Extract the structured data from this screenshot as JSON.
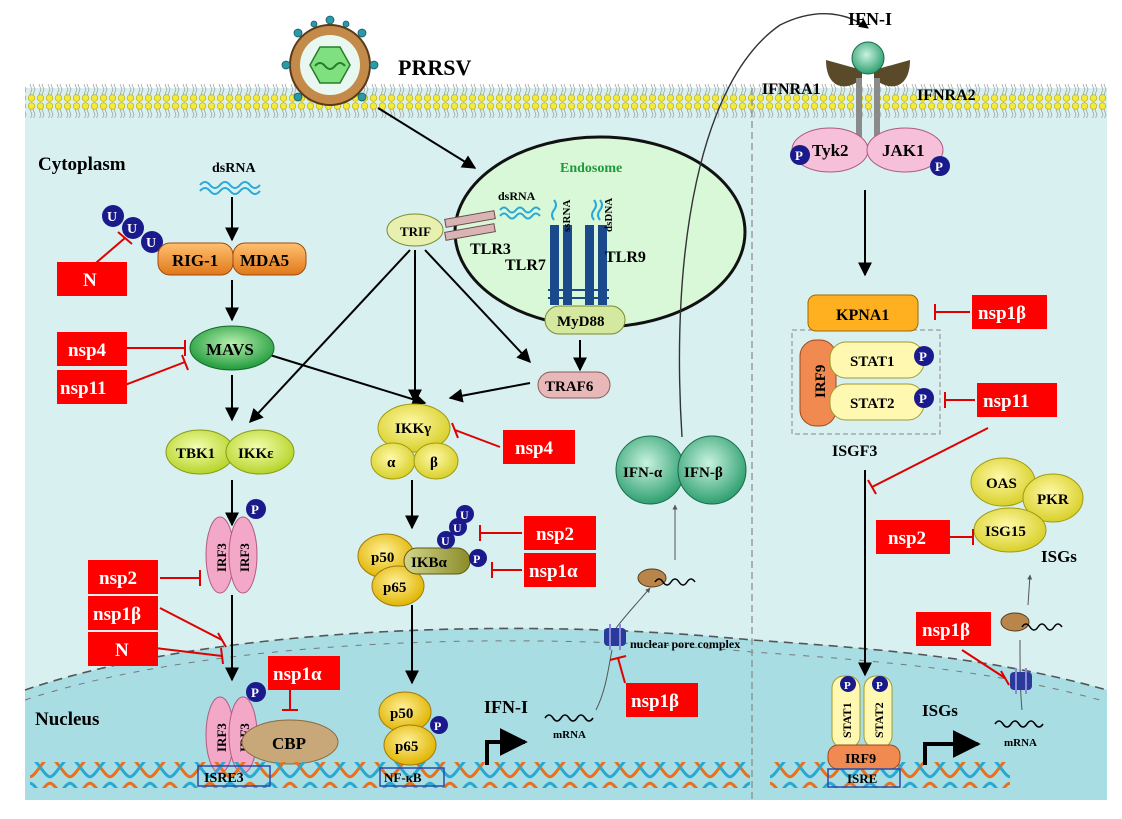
{
  "labels": {
    "prrsv": "PRRSV",
    "cytoplasm": "Cytoplasm",
    "nucleus": "Nucleus",
    "endosome": "Endosome",
    "dsrna_top": "dsRNA",
    "dsrna_endo": "dsRNA",
    "ssrna": "ssRNA",
    "dsdna": "dsDNA",
    "npc": "nuclear pore complex",
    "mrna_left": "mRNA",
    "mrna_right": "mRNA",
    "ifn_i_top": "IFN-I",
    "ifn_i_nuc": "IFN-I",
    "isgf3": "ISGF3",
    "isgs_cyto": "ISGs",
    "isgs_nuc": "ISGs"
  },
  "proteins": {
    "u1": "U",
    "u2": "U",
    "u3": "U",
    "rig1": "RIG-1",
    "mda5": "MDA5",
    "mavs": "MAVS",
    "tbk1": "TBK1",
    "ikke": "IKKε",
    "irf3a": "IRF3",
    "irf3b": "IRF3",
    "irf3c": "IRF3",
    "irf3d": "IRF3",
    "cbp": "CBP",
    "isre3": "ISRE3",
    "trif": "TRIF",
    "tlr3": "TLR3",
    "tlr7": "TLR7",
    "tlr9": "TLR9",
    "myd88": "MyD88",
    "traf6": "TRAF6",
    "ikkg": "IKKγ",
    "ikka": "α",
    "ikkb": "β",
    "p50": "p50",
    "p65": "p65",
    "ikba": "IKBα",
    "p50n": "p50",
    "p65n": "p65",
    "nfkb": "NF-κB",
    "ifna": "IFN-α",
    "ifnb": "IFN-β",
    "ifnra1": "IFNRA1",
    "ifnra2": "IFNRA2",
    "tyk2": "Tyk2",
    "jak1": "JAK1",
    "kpna1": "KPNA1",
    "irf9": "IRF9",
    "stat1": "STAT1",
    "stat2": "STAT2",
    "oas": "OAS",
    "pkr": "PKR",
    "isg15": "ISG15",
    "stat1n": "STAT1",
    "stat2n": "STAT2",
    "irf9n": "IRF9",
    "isre": "ISRE",
    "p": "P"
  },
  "inhibitors": {
    "n_rig": "N",
    "nsp4_mavs": "nsp4",
    "nsp11_mavs": "nsp11",
    "nsp2_irf3": "nsp2",
    "nsp1b_irf3": "nsp1β",
    "n_irf3": "N",
    "nsp1a_cbp": "nsp1α",
    "nsp4_ikk": "nsp4",
    "nsp2_ikba": "nsp2",
    "nsp1a_ikba": "nsp1α",
    "nsp1b_npc": "nsp1β",
    "nsp1b_kpna1": "nsp1β",
    "nsp11_stat": "nsp11",
    "nsp2_isg15": "nsp2",
    "nsp1b_npc2": "nsp1β"
  },
  "colors": {
    "cytoplasm": "#d8f0f0",
    "nucleus": "#a9dde4",
    "inhibitor_red": "#ff0000",
    "phospho_blue": "#1a1a8c"
  }
}
